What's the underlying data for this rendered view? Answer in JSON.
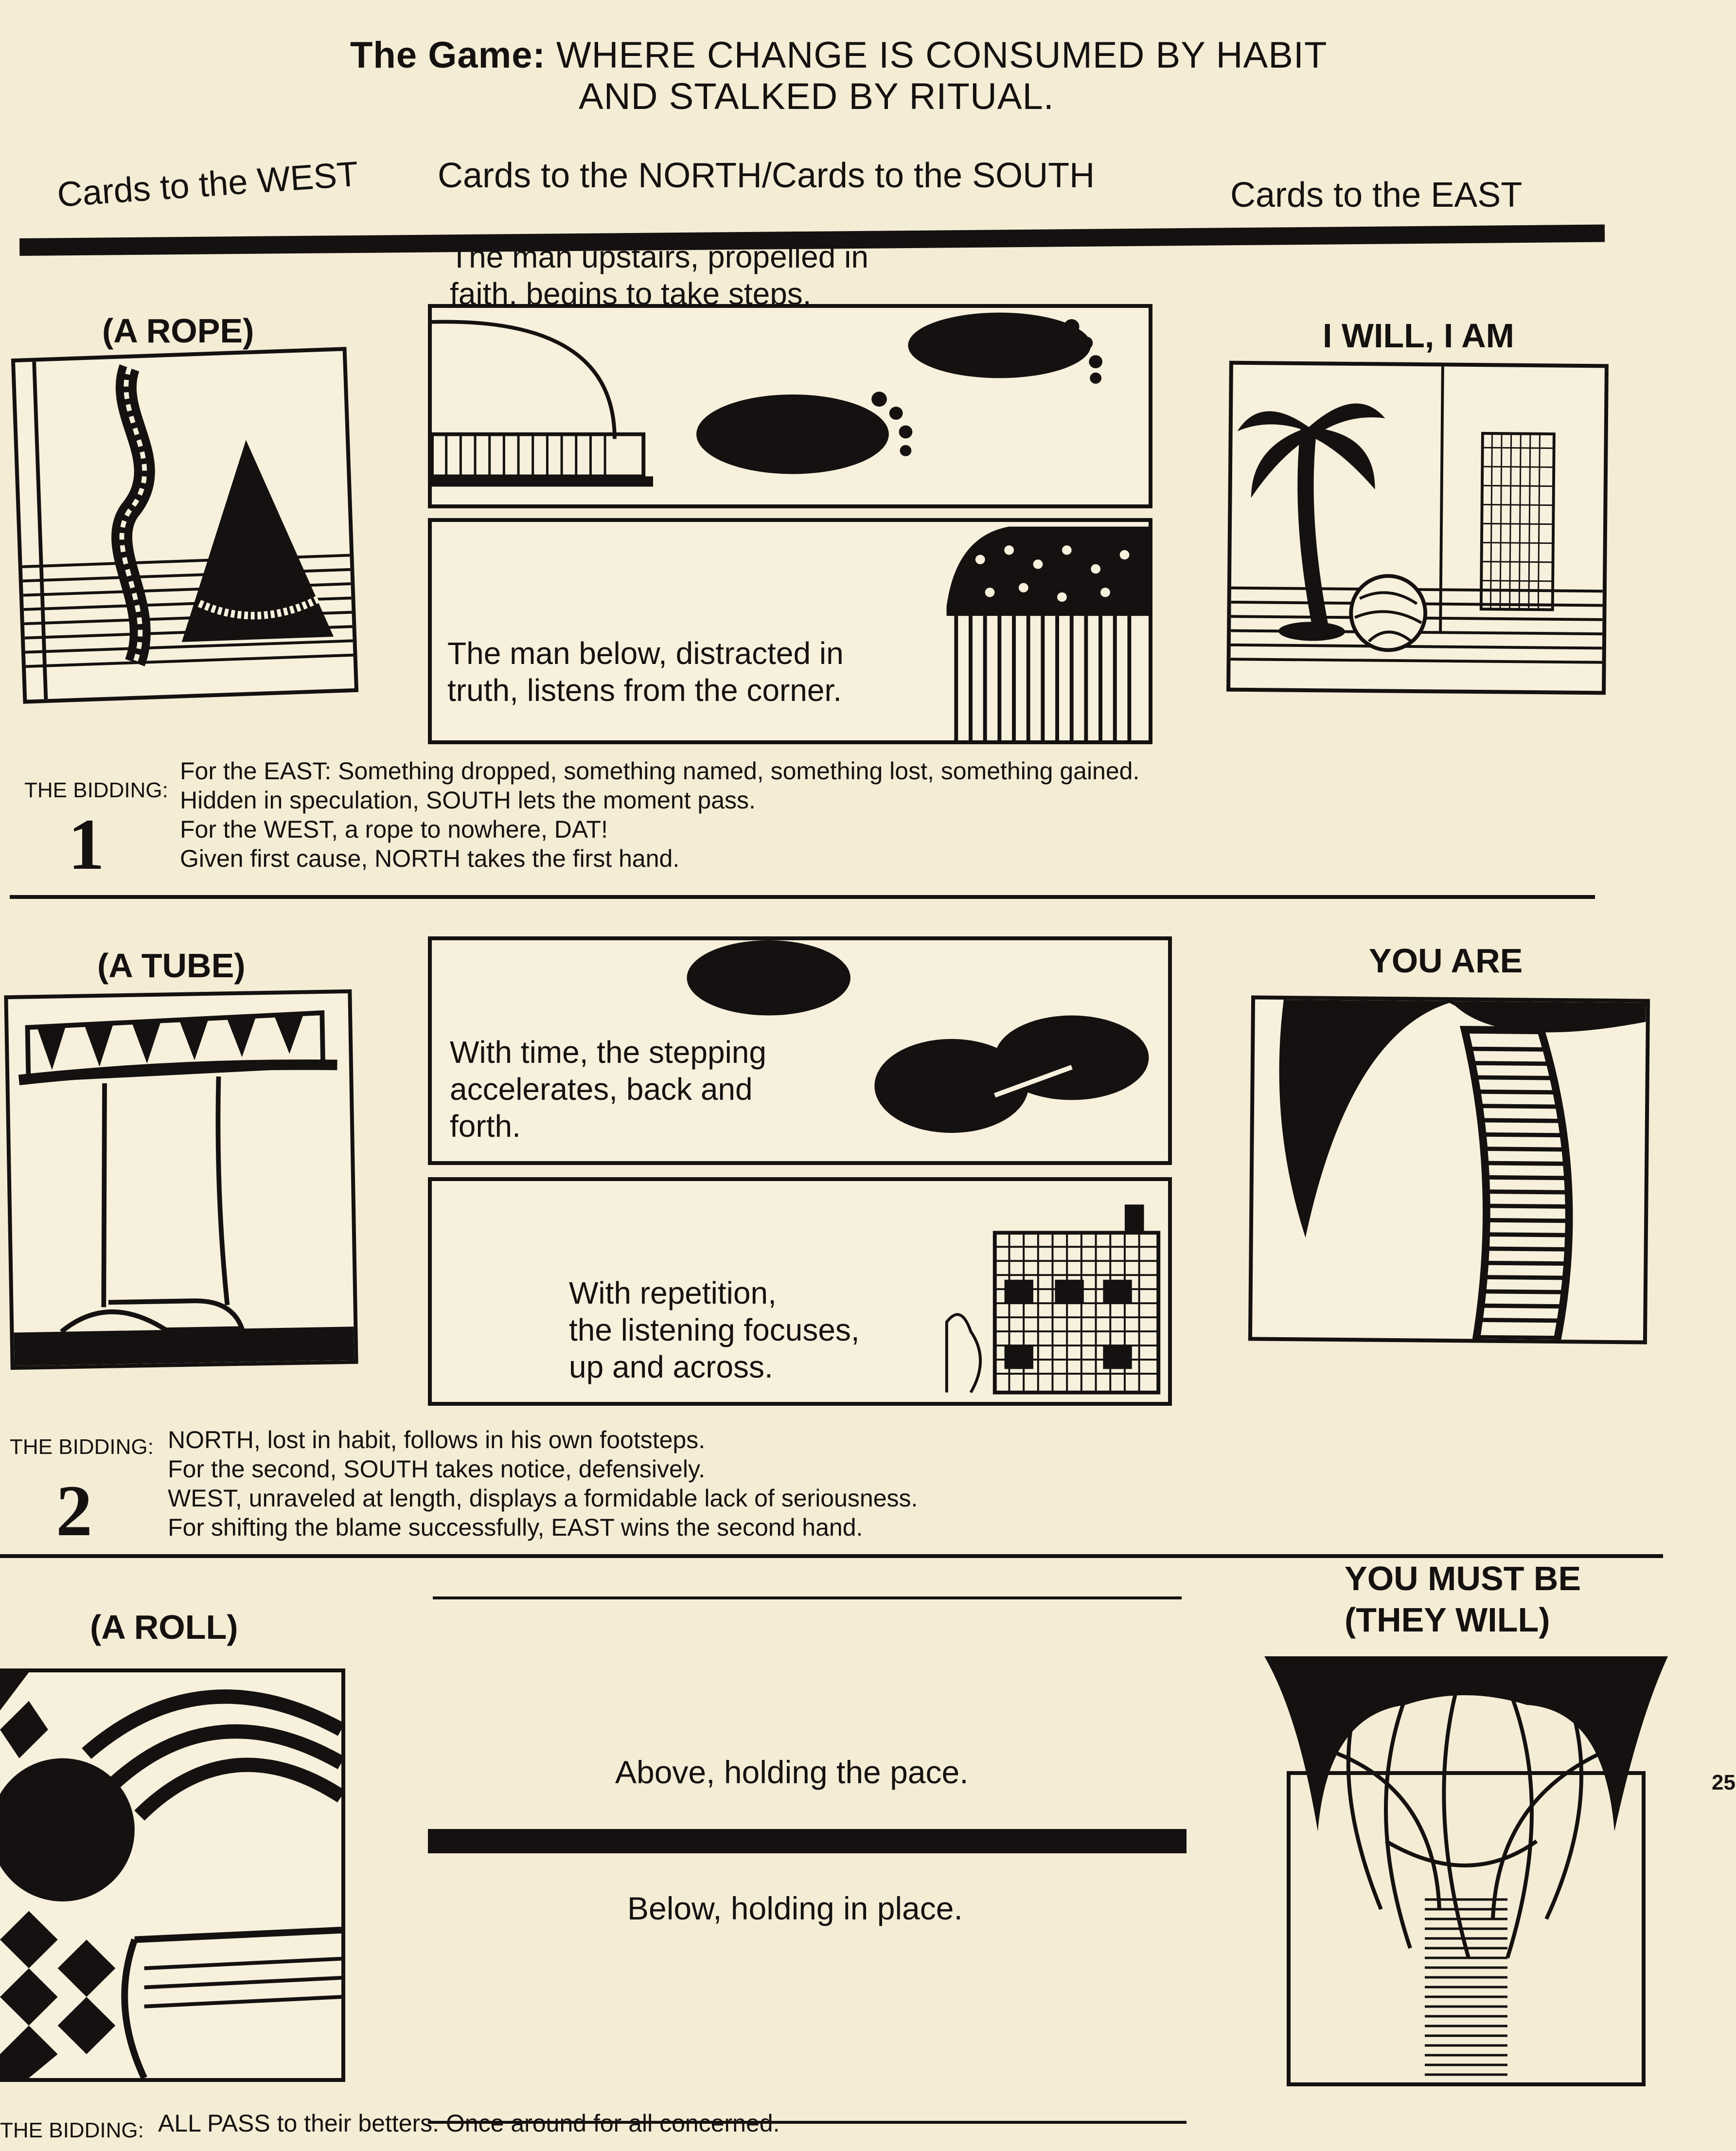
{
  "header": {
    "game_label": "The Game:",
    "title_line1": "WHERE CHANGE IS CONSUMED BY HABIT",
    "title_line2": "AND STALKED BY RITUAL."
  },
  "columns": {
    "west": "Cards to the WEST",
    "north_south": "Cards to the NORTH/Cards to the SOUTH",
    "east": "Cards to the EAST"
  },
  "hands": [
    {
      "west_label": "(A ROPE)",
      "east_label": "I WILL, I AM",
      "upper_caption": "The man upstairs, propelled in\nfaith, begins to take steps.",
      "lower_caption": "The man below, distracted in\ntruth, listens from the corner.",
      "bidding_label": "THE BIDDING:",
      "number": "1",
      "bidding": [
        "For the EAST: Something dropped, something named, something lost, something gained.",
        "Hidden in speculation, SOUTH lets the moment pass.",
        "For the WEST, a rope to nowhere, DAT!",
        "Given first cause, NORTH takes the first hand."
      ]
    },
    {
      "west_label": "(A TUBE)",
      "east_label": "YOU ARE",
      "upper_caption": "With time, the stepping\naccelerates, back and\nforth.",
      "lower_caption": "With repetition,\nthe listening focuses,\nup and across.",
      "bidding_label": "THE BIDDING:",
      "number": "2",
      "bidding": [
        "NORTH, lost in habit, follows in his own footsteps.",
        "For the second, SOUTH takes notice, defensively.",
        "WEST, unraveled at length, displays a formidable lack of seriousness.",
        "For shifting the blame successfully, EAST wins the second hand."
      ]
    },
    {
      "west_label": "(A ROLL)",
      "east_label_line1": "YOU MUST BE",
      "east_label_line2": "(THEY WILL)",
      "upper_caption": "Above, holding the pace.",
      "lower_caption": "Below, holding in place.",
      "bidding_label": "THE BIDDING:",
      "bidding": [
        "ALL PASS to their betters. Once around for all concerned."
      ]
    }
  ],
  "page_number": "25"
}
